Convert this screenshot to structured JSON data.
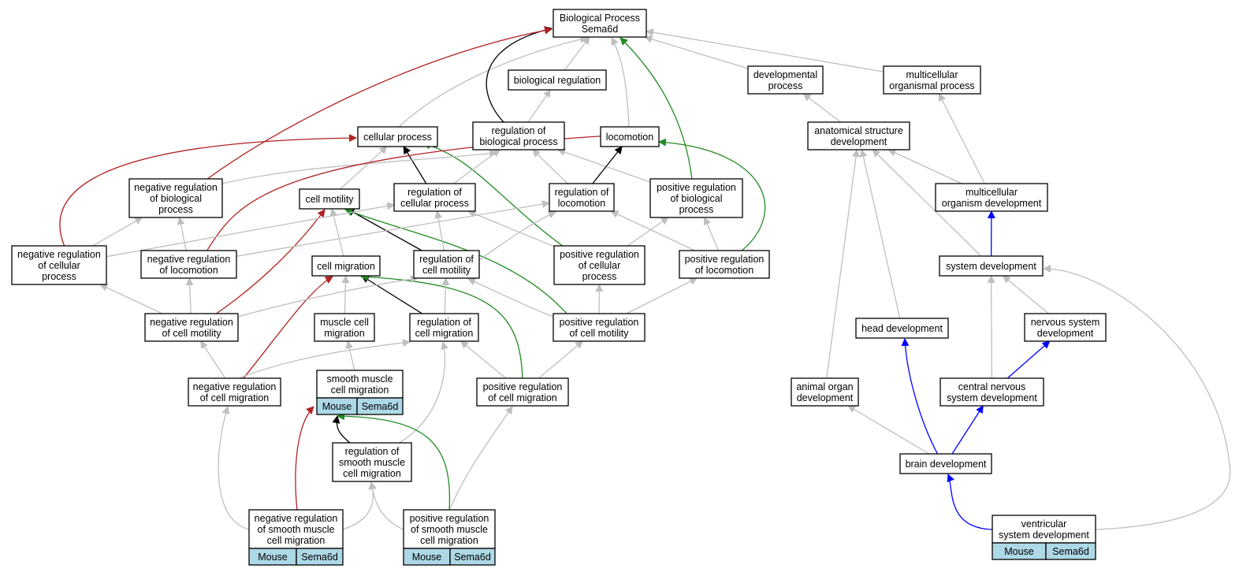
{
  "graph": {
    "colors": {
      "is_a": "#bfbfbf",
      "regulates": "#000000",
      "positively_regulates": "#228b22",
      "negatively_regulates": "#b22222",
      "part_of": "#0000ff"
    },
    "nodes": [
      {
        "id": "root",
        "lines": [
          "Biological Process",
          "Sema6d"
        ]
      },
      {
        "id": "bioreg",
        "lines": [
          "biological regulation"
        ]
      },
      {
        "id": "devproc",
        "lines": [
          "developmental",
          "process"
        ]
      },
      {
        "id": "multiproc",
        "lines": [
          "multicellular",
          "organismal process"
        ]
      },
      {
        "id": "cellproc",
        "lines": [
          "cellular process"
        ]
      },
      {
        "id": "regbio",
        "lines": [
          "regulation of",
          "biological process"
        ]
      },
      {
        "id": "locomotion",
        "lines": [
          "locomotion"
        ]
      },
      {
        "id": "anatdev",
        "lines": [
          "anatomical structure",
          "development"
        ]
      },
      {
        "id": "negregbio",
        "lines": [
          "negative regulation",
          "of biological",
          "process"
        ]
      },
      {
        "id": "cellmot",
        "lines": [
          "cell motility"
        ]
      },
      {
        "id": "regcell",
        "lines": [
          "regulation of",
          "cellular process"
        ]
      },
      {
        "id": "regloc",
        "lines": [
          "regulation of",
          "locomotion"
        ]
      },
      {
        "id": "posregbio",
        "lines": [
          "positive regulation",
          "of biological",
          "process"
        ]
      },
      {
        "id": "multidev",
        "lines": [
          "multicellular",
          "organism development"
        ]
      },
      {
        "id": "negregcell",
        "lines": [
          "negative regulation",
          "of cellular",
          "process"
        ]
      },
      {
        "id": "negregloc",
        "lines": [
          "negative regulation",
          "of locomotion"
        ]
      },
      {
        "id": "cellmig",
        "lines": [
          "cell migration"
        ]
      },
      {
        "id": "regcellmot",
        "lines": [
          "regulation of",
          "cell motility"
        ]
      },
      {
        "id": "posregcell",
        "lines": [
          "positive regulation",
          "of cellular",
          "process"
        ]
      },
      {
        "id": "posregloc",
        "lines": [
          "positive regulation",
          "of locomotion"
        ]
      },
      {
        "id": "sysdev",
        "lines": [
          "system development"
        ]
      },
      {
        "id": "negregmot",
        "lines": [
          "negative regulation",
          "of cell motility"
        ]
      },
      {
        "id": "musclemig",
        "lines": [
          "muscle cell",
          "migration"
        ]
      },
      {
        "id": "regmig",
        "lines": [
          "regulation of",
          "cell migration"
        ]
      },
      {
        "id": "posregmot",
        "lines": [
          "positive regulation",
          "of cell motility"
        ]
      },
      {
        "id": "headdev",
        "lines": [
          "head development"
        ]
      },
      {
        "id": "nervdev",
        "lines": [
          "nervous system",
          "development"
        ]
      },
      {
        "id": "negregmig",
        "lines": [
          "negative regulation",
          "of cell migration"
        ]
      },
      {
        "id": "smcmig",
        "lines": [
          "smooth muscle",
          "cell migration"
        ],
        "annot": [
          "Mouse",
          "Sema6d"
        ]
      },
      {
        "id": "posregmig",
        "lines": [
          "positive regulation",
          "of cell migration"
        ]
      },
      {
        "id": "animaldev",
        "lines": [
          "animal organ",
          "development"
        ]
      },
      {
        "id": "cnsdev",
        "lines": [
          "central nervous",
          "system development"
        ]
      },
      {
        "id": "regsmc",
        "lines": [
          "regulation of",
          "smooth muscle",
          "cell migration"
        ]
      },
      {
        "id": "braindev",
        "lines": [
          "brain development"
        ]
      },
      {
        "id": "negregsmc",
        "lines": [
          "negative regulation",
          "of smooth muscle",
          "cell migration"
        ],
        "annot": [
          "Mouse",
          "Sema6d"
        ]
      },
      {
        "id": "posregsmc",
        "lines": [
          "positive regulation",
          "of smooth muscle",
          "cell migration"
        ],
        "annot": [
          "Mouse",
          "Sema6d"
        ]
      },
      {
        "id": "ventdev",
        "lines": [
          "ventricular",
          "system development"
        ],
        "annot": [
          "Mouse",
          "Sema6d"
        ]
      }
    ],
    "edges": [
      {
        "from": "bioreg",
        "to": "root",
        "rel": "is_a"
      },
      {
        "from": "devproc",
        "to": "root",
        "rel": "is_a"
      },
      {
        "from": "multiproc",
        "to": "root",
        "rel": "is_a"
      },
      {
        "from": "cellproc",
        "to": "root",
        "rel": "is_a"
      },
      {
        "from": "locomotion",
        "to": "root",
        "rel": "is_a"
      },
      {
        "from": "regbio",
        "to": "root",
        "rel": "regulates"
      },
      {
        "from": "negregbio",
        "to": "root",
        "rel": "negatively_regulates"
      },
      {
        "from": "posregbio",
        "to": "root",
        "rel": "positively_regulates"
      },
      {
        "from": "regbio",
        "to": "bioreg",
        "rel": "is_a"
      },
      {
        "from": "anatdev",
        "to": "devproc",
        "rel": "is_a"
      },
      {
        "from": "multidev",
        "to": "multiproc",
        "rel": "is_a"
      },
      {
        "from": "negregcell",
        "to": "cellproc",
        "rel": "negatively_regulates"
      },
      {
        "from": "cellmot",
        "to": "cellproc",
        "rel": "is_a"
      },
      {
        "from": "regcell",
        "to": "cellproc",
        "rel": "regulates"
      },
      {
        "from": "posregcell",
        "to": "cellproc",
        "rel": "positively_regulates"
      },
      {
        "from": "negregbio",
        "to": "regbio",
        "rel": "is_a"
      },
      {
        "from": "regcell",
        "to": "regbio",
        "rel": "is_a"
      },
      {
        "from": "regloc",
        "to": "regbio",
        "rel": "is_a"
      },
      {
        "from": "posregbio",
        "to": "regbio",
        "rel": "is_a"
      },
      {
        "from": "negregloc",
        "to": "locomotion",
        "rel": "negatively_regulates"
      },
      {
        "from": "regloc",
        "to": "locomotion",
        "rel": "regulates"
      },
      {
        "from": "posregloc",
        "to": "locomotion",
        "rel": "positively_regulates"
      },
      {
        "from": "multidev",
        "to": "anatdev",
        "rel": "is_a"
      },
      {
        "from": "sysdev",
        "to": "anatdev",
        "rel": "is_a"
      },
      {
        "from": "headdev",
        "to": "anatdev",
        "rel": "is_a"
      },
      {
        "from": "animaldev",
        "to": "anatdev",
        "rel": "is_a"
      },
      {
        "from": "negregcell",
        "to": "negregbio",
        "rel": "is_a"
      },
      {
        "from": "negregloc",
        "to": "negregbio",
        "rel": "is_a"
      },
      {
        "from": "cellmig",
        "to": "cellmot",
        "rel": "is_a"
      },
      {
        "from": "regcellmot",
        "to": "cellmot",
        "rel": "regulates"
      },
      {
        "from": "negregmot",
        "to": "cellmot",
        "rel": "negatively_regulates"
      },
      {
        "from": "posregmot",
        "to": "cellmot",
        "rel": "positively_regulates"
      },
      {
        "from": "regcellmot",
        "to": "regcell",
        "rel": "is_a"
      },
      {
        "from": "negregcell",
        "to": "regcell",
        "rel": "is_a"
      },
      {
        "from": "posregcell",
        "to": "regcell",
        "rel": "is_a"
      },
      {
        "from": "regcellmot",
        "to": "regloc",
        "rel": "is_a"
      },
      {
        "from": "negregloc",
        "to": "regloc",
        "rel": "is_a"
      },
      {
        "from": "posregloc",
        "to": "regloc",
        "rel": "is_a"
      },
      {
        "from": "posregcell",
        "to": "posregbio",
        "rel": "is_a"
      },
      {
        "from": "posregloc",
        "to": "posregbio",
        "rel": "is_a"
      },
      {
        "from": "sysdev",
        "to": "multidev",
        "rel": "part_of"
      },
      {
        "from": "negregmot",
        "to": "negregcell",
        "rel": "is_a"
      },
      {
        "from": "negregmot",
        "to": "negregloc",
        "rel": "is_a"
      },
      {
        "from": "musclemig",
        "to": "cellmig",
        "rel": "is_a"
      },
      {
        "from": "regmig",
        "to": "cellmig",
        "rel": "regulates"
      },
      {
        "from": "negregmig",
        "to": "cellmig",
        "rel": "negatively_regulates"
      },
      {
        "from": "posregmig",
        "to": "cellmig",
        "rel": "positively_regulates"
      },
      {
        "from": "negregmot",
        "to": "regcellmot",
        "rel": "is_a"
      },
      {
        "from": "regmig",
        "to": "regcellmot",
        "rel": "is_a"
      },
      {
        "from": "posregmot",
        "to": "regcellmot",
        "rel": "is_a"
      },
      {
        "from": "posregmot",
        "to": "posregcell",
        "rel": "is_a"
      },
      {
        "from": "posregmot",
        "to": "posregloc",
        "rel": "is_a"
      },
      {
        "from": "nervdev",
        "to": "sysdev",
        "rel": "is_a"
      },
      {
        "from": "cnsdev",
        "to": "sysdev",
        "rel": "is_a"
      },
      {
        "from": "ventdev",
        "to": "sysdev",
        "rel": "is_a"
      },
      {
        "from": "negregmig",
        "to": "negregmot",
        "rel": "is_a"
      },
      {
        "from": "smcmig",
        "to": "musclemig",
        "rel": "is_a"
      },
      {
        "from": "negregmig",
        "to": "regmig",
        "rel": "is_a"
      },
      {
        "from": "posregmig",
        "to": "regmig",
        "rel": "is_a"
      },
      {
        "from": "regsmc",
        "to": "regmig",
        "rel": "is_a"
      },
      {
        "from": "posregmig",
        "to": "posregmot",
        "rel": "is_a"
      },
      {
        "from": "cnsdev",
        "to": "nervdev",
        "rel": "part_of"
      },
      {
        "from": "negregsmc",
        "to": "negregmig",
        "rel": "is_a"
      },
      {
        "from": "negregsmc",
        "to": "smcmig",
        "rel": "negatively_regulates"
      },
      {
        "from": "regsmc",
        "to": "smcmig",
        "rel": "regulates"
      },
      {
        "from": "posregsmc",
        "to": "smcmig",
        "rel": "positively_regulates"
      },
      {
        "from": "posregsmc",
        "to": "posregmig",
        "rel": "is_a"
      },
      {
        "from": "braindev",
        "to": "animaldev",
        "rel": "is_a"
      },
      {
        "from": "braindev",
        "to": "headdev",
        "rel": "part_of"
      },
      {
        "from": "braindev",
        "to": "cnsdev",
        "rel": "part_of"
      },
      {
        "from": "negregsmc",
        "to": "regsmc",
        "rel": "is_a"
      },
      {
        "from": "posregsmc",
        "to": "regsmc",
        "rel": "is_a"
      },
      {
        "from": "ventdev",
        "to": "braindev",
        "rel": "part_of"
      }
    ]
  }
}
